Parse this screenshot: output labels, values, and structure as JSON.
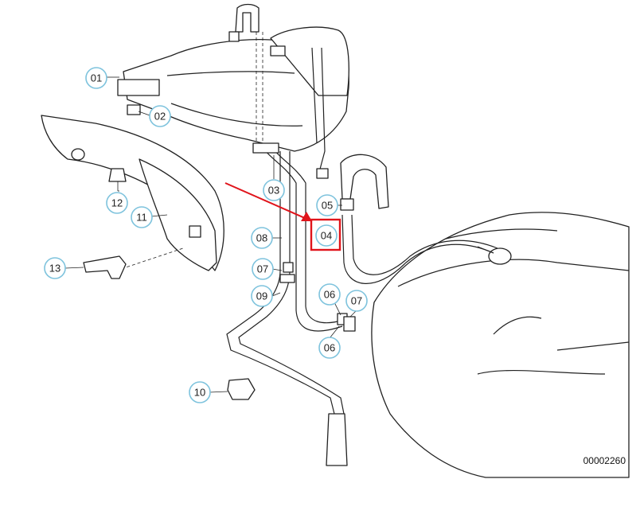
{
  "callouts": [
    {
      "id": "01",
      "label": "01"
    },
    {
      "id": "02",
      "label": "02"
    },
    {
      "id": "03",
      "label": "03"
    },
    {
      "id": "04",
      "label": "04"
    },
    {
      "id": "05",
      "label": "05"
    },
    {
      "id": "06a",
      "label": "06"
    },
    {
      "id": "06b",
      "label": "06"
    },
    {
      "id": "07a",
      "label": "07"
    },
    {
      "id": "07b",
      "label": "07"
    },
    {
      "id": "08",
      "label": "08"
    },
    {
      "id": "09",
      "label": "09"
    },
    {
      "id": "10",
      "label": "10"
    },
    {
      "id": "11",
      "label": "11"
    },
    {
      "id": "12",
      "label": "12"
    },
    {
      "id": "13",
      "label": "13"
    }
  ],
  "reference_code": "00002260",
  "highlight": {
    "part": "04",
    "color": "#e0141b"
  },
  "colors": {
    "callout_ring": "#7ec3dd",
    "line": "#222222"
  }
}
